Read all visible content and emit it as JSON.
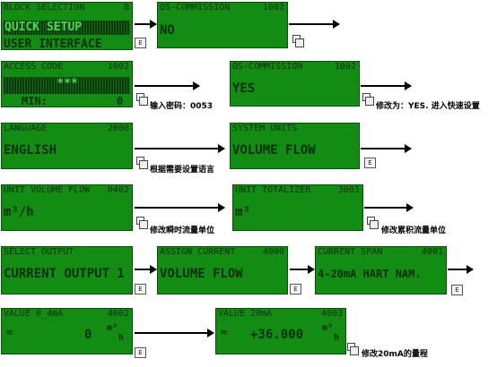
{
  "screens": {
    "block_selection": {
      "title": "BLOCK SELECTION",
      "code": "B",
      "line1": "QUICK SETUP",
      "line2": "USER INTERFACE"
    },
    "qs_commission_1": {
      "title": "QS-COMMISSION",
      "code": "1002",
      "value": "NO"
    },
    "access_code": {
      "title": "ACCESS CODE",
      "code": "1002",
      "value": "***",
      "min_label": "MIN:",
      "min_value": "0"
    },
    "qs_commission_2": {
      "title": "QS-COMMISSION",
      "code": "1002",
      "value": "YES"
    },
    "language": {
      "title": "LANGUAGE",
      "code": "2000",
      "value": "ENGLISH"
    },
    "system_units": {
      "title": "SYSTEM UNITS",
      "code": "",
      "value": "VOLUME FLOW"
    },
    "unit_volume_flow": {
      "title": "UNIT VOLUME FLOW",
      "code": "0402",
      "value": "m³/h"
    },
    "unit_totalizer": {
      "title": "UNIT TOTALIZER",
      "code": "3001",
      "value": "m³"
    },
    "select_output": {
      "title": "SELECT OUTPUT",
      "code": "",
      "value": "CURRENT OUTPUT 1"
    },
    "assign_current": {
      "title": "ASSIGN CURRENT",
      "code": "4000",
      "value": "VOLUME FLOW"
    },
    "current_span": {
      "title": "CURRENT SPAN",
      "code": "4001",
      "value": "4-20mA HART NAM."
    },
    "value_0_4ma": {
      "title": "VALUE 0_4mA",
      "code": "4002",
      "value": "0",
      "unit_top": "m³",
      "unit_bottom": "h"
    },
    "value_20ma": {
      "title": "VALUE 20mA",
      "code": "4003",
      "value": "+36.000",
      "unit_top": "m³",
      "unit_bottom": "h"
    }
  },
  "keys": {
    "e": "E"
  },
  "notes": {
    "access_code": "输入密码：0053",
    "qs_yes": "修改为：YES. 进入快速设置",
    "language": "根据需要设置语言",
    "volume_flow": "修改瞬时流量单位",
    "totalizer": "修改累积流量单位",
    "value_20ma": "修改20mA的量程"
  },
  "colors": {
    "lcd_bg": "#138c13",
    "lcd_text": "#0a2f0a",
    "arrow": "#000000"
  }
}
